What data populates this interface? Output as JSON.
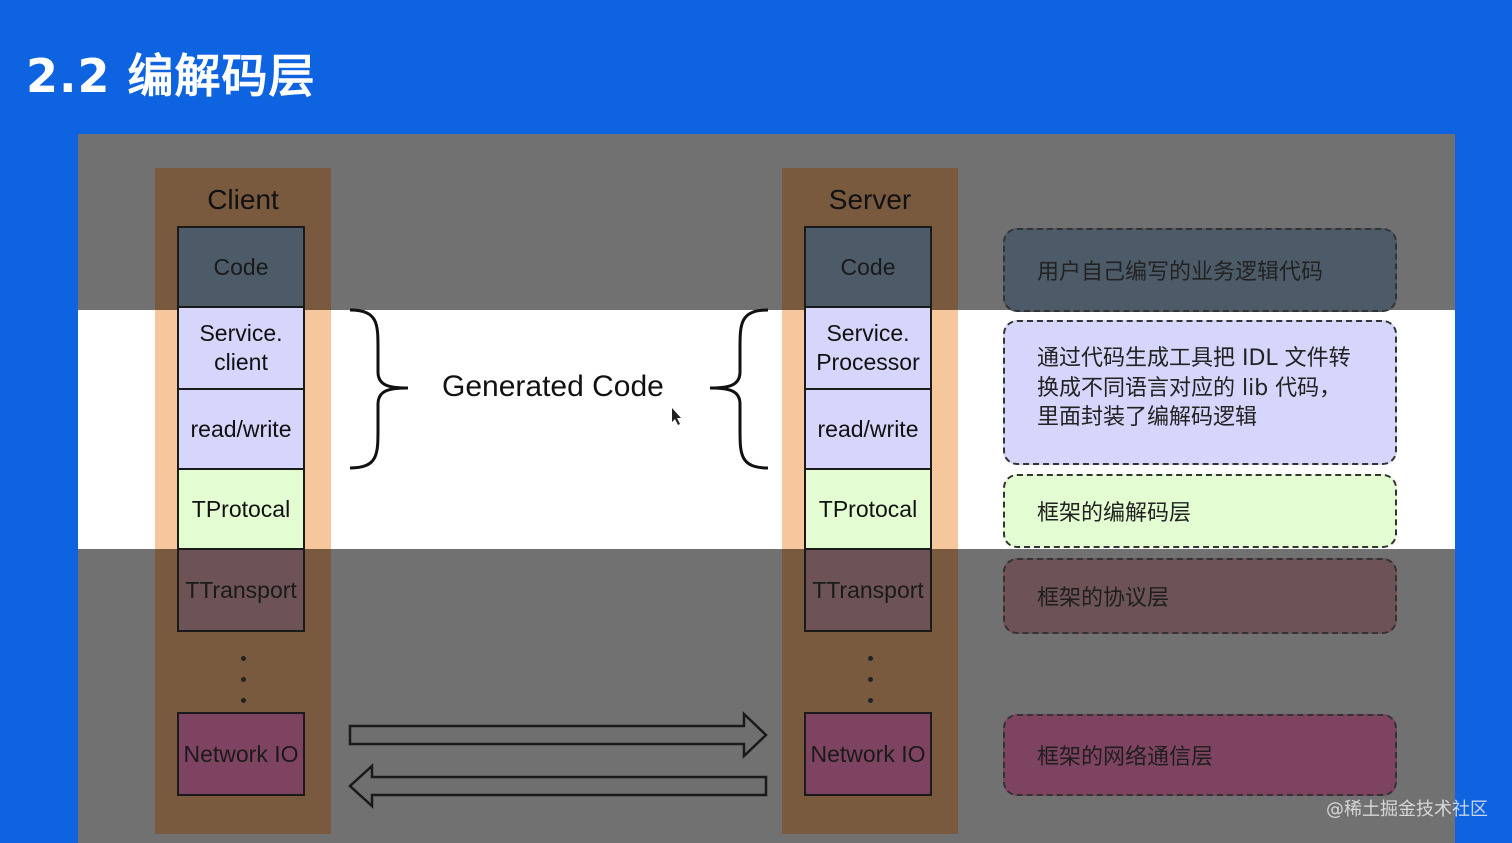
{
  "title": "2.2 编解码层",
  "client": {
    "heading": "Client",
    "layers": [
      "Code",
      "Service.\nclient",
      "read/write",
      "TProtocal",
      "TTransport",
      "Network IO"
    ]
  },
  "server": {
    "heading": "Server",
    "layers": [
      "Code",
      "Service.\nProcessor",
      "read/write",
      "TProtocal",
      "TTransport",
      "Network IO"
    ]
  },
  "generated_label": "Generated Code",
  "descriptions": {
    "code": "用户自己编写的业务逻辑代码",
    "generated": "通过代码生成工具把 IDL 文件转换成不同语言对应的 lib 代码，里面封装了编解码逻辑",
    "protocol": "框架的编解码层",
    "transport": "框架的协议层",
    "network": "框架的网络通信层"
  },
  "watermark": "@稀土掘金技术社区",
  "colors": {
    "background": "#0e63e0",
    "code": "#4d5b69",
    "generated": "#d6d5fb",
    "protocol": "#e4fcd2",
    "transport": "#6d5356",
    "network": "#7e4360",
    "column": "#7a5a3f",
    "column_highlight": "#f6c79c"
  }
}
